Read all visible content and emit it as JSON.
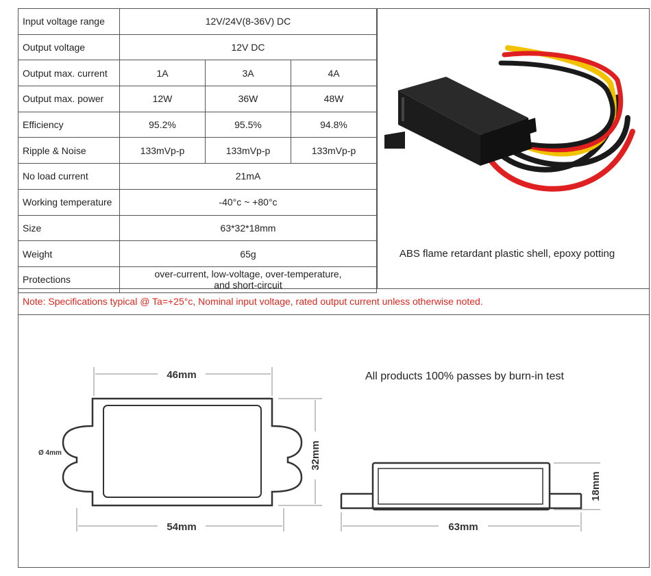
{
  "specs": {
    "rows": [
      {
        "label": "Input voltage range",
        "value": "12V/24V(8-36V) DC"
      },
      {
        "label": "Output voltage",
        "value": "12V DC"
      },
      {
        "label": "Output max. current",
        "values": [
          "1A",
          "3A",
          "4A"
        ]
      },
      {
        "label": "Output max. power",
        "values": [
          "12W",
          "36W",
          "48W"
        ]
      },
      {
        "label": "Efficiency",
        "values": [
          "95.2%",
          "95.5%",
          "94.8%"
        ]
      },
      {
        "label": "Ripple & Noise",
        "values": [
          "133mVp-p",
          "133mVp-p",
          "133mVp-p"
        ]
      },
      {
        "label": "No load current",
        "value": "21mA"
      },
      {
        "label": "Working temperature",
        "value": "-40°c ~ +80°c"
      },
      {
        "label": "Size",
        "value": "63*32*18mm"
      },
      {
        "label": "Weight",
        "value": "65g"
      },
      {
        "label": "Protections",
        "value_line1": "over-current, low-voltage, over-temperature,",
        "value_line2": "and short-circuit"
      }
    ]
  },
  "photo": {
    "caption": "ABS flame retardant plastic shell, epoxy potting",
    "wire_colors": [
      "#f2c200",
      "#e02020",
      "#1a1a1a"
    ],
    "case_color": "#1c1c1c"
  },
  "note": "Note: Specifications typical @ Ta=+25°c, Nominal input voltage, rated output current unless otherwise noted.",
  "drawing": {
    "top_view": {
      "width_label": "46mm",
      "length_label": "54mm",
      "height_label": "32mm",
      "hole_label": "Ø 4mm"
    },
    "side_view": {
      "length_label": "63mm",
      "height_label": "18mm"
    },
    "burn_in_text": "All products 100% passes by burn-in test"
  }
}
